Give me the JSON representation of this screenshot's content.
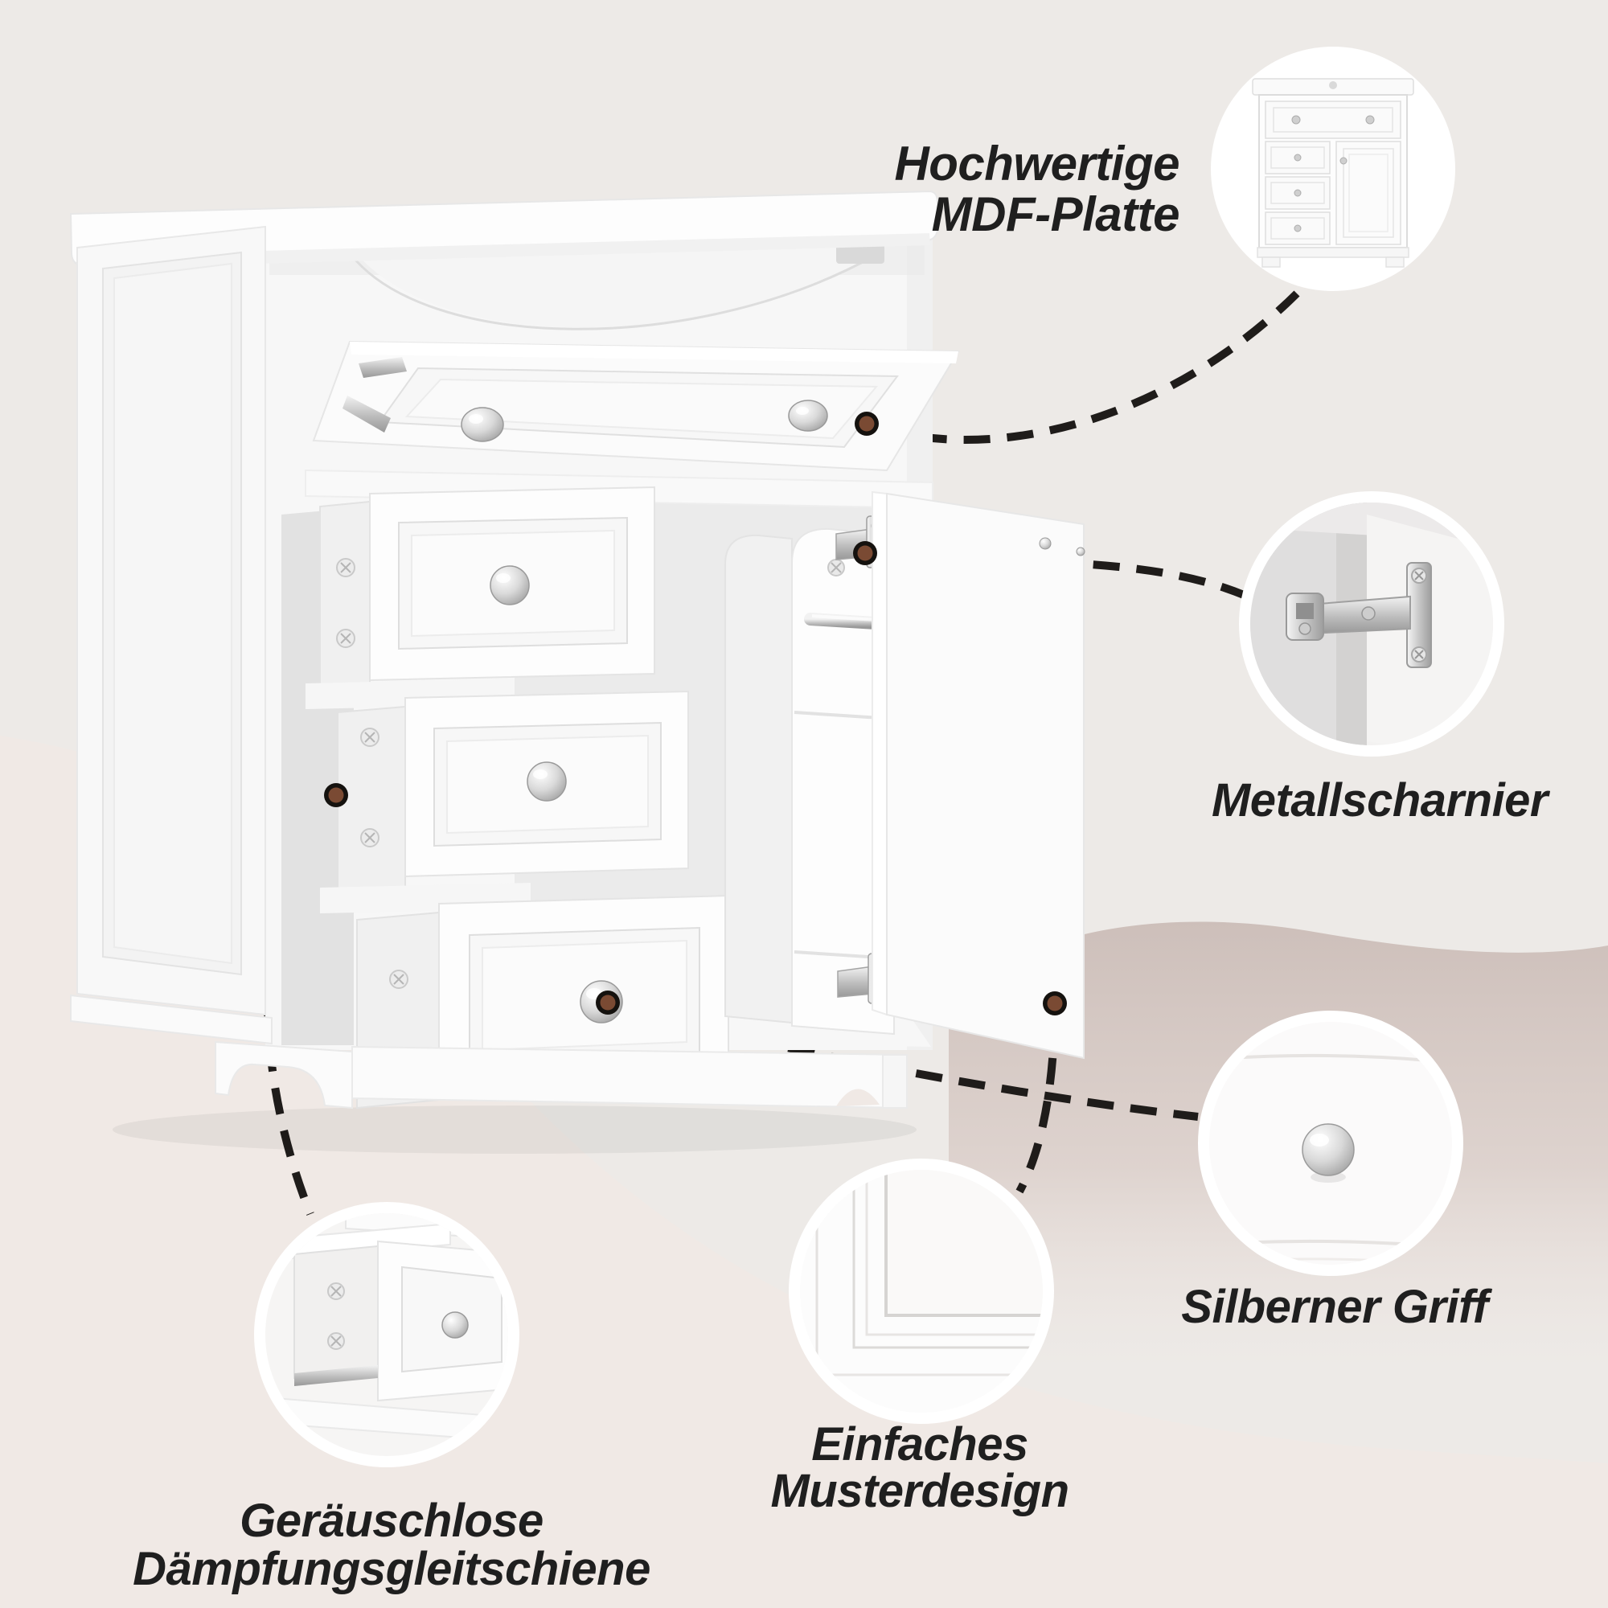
{
  "page": {
    "type": "product-feature-infographic",
    "language": "de",
    "colors": {
      "background": "#EDEAE7",
      "zone_pink": "#F0E9E5",
      "wave_mauve": "#CDBFBA",
      "text": "#1F1F1F",
      "dash_line": "#1F1C1A",
      "callout_dot_brown": "#7A4A33",
      "cabinet_white": "#FBFBFB",
      "metal_silver": "#C7C7C7"
    }
  },
  "product_illustration": {
    "name": "bathroom-vanity-cabinet-open",
    "parts": [
      "counter-top",
      "sink-bowl",
      "flip-down-sink-front",
      "drawer-top",
      "drawer-middle",
      "drawer-bottom",
      "cabinet-door",
      "door-organizer-towel-bar",
      "metal-hinges",
      "base-plinth"
    ]
  },
  "callouts": [
    {
      "id": "mdf-board",
      "label_line1": "Hochwertige",
      "label_line2": "MDF-Platte",
      "detail_icon": "vanity-front-view",
      "marker": "brown-dot"
    },
    {
      "id": "metal-hinge",
      "label": "Metallscharnier",
      "detail_icon": "concealed-hinge",
      "marker": "brown-dot"
    },
    {
      "id": "silver-handle",
      "label": "Silberner Griff",
      "detail_icon": "silver-knob",
      "marker": "brown-dot"
    },
    {
      "id": "pattern-design",
      "label_line1": "Einfaches",
      "label_line2": "Musterdesign",
      "detail_icon": "panel-corner",
      "marker": "brown-dot"
    },
    {
      "id": "damping-slide",
      "label_line1": "Geräuschlose",
      "label_line2": "Dämpfungsgleitschiene",
      "detail_icon": "drawer-slide-rail",
      "marker": "brown-dot"
    }
  ]
}
